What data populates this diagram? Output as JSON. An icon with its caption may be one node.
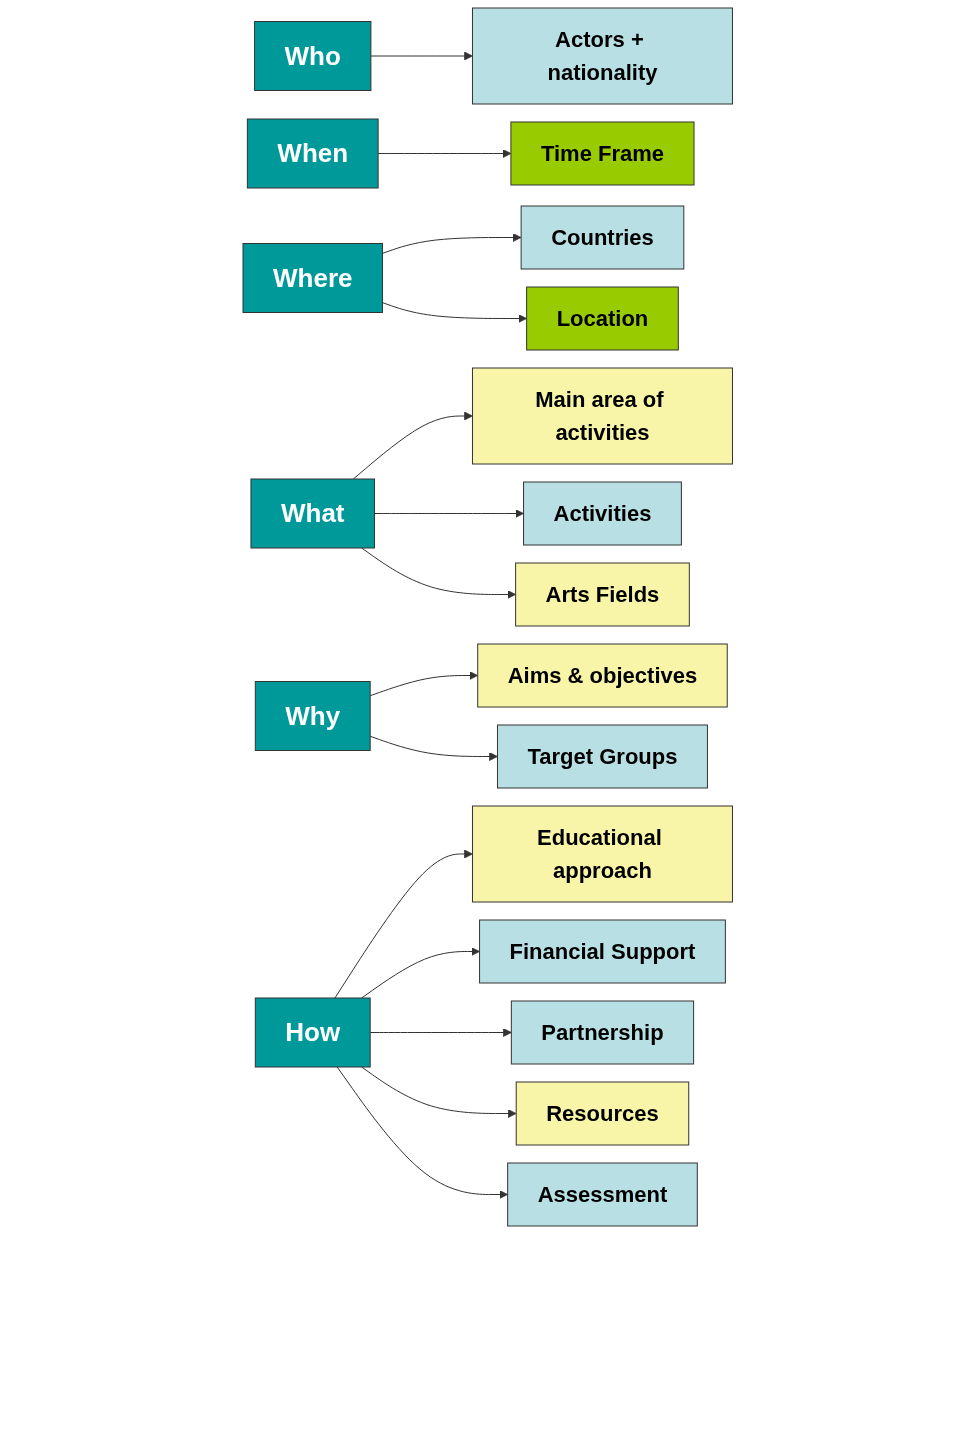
{
  "diagram": {
    "nodes": [
      {
        "text": [
          "Who"
        ]
      },
      {
        "text": [
          "Actors + nationality"
        ]
      },
      {
        "text": [
          "When"
        ]
      },
      {
        "text": [
          "Time Frame"
        ]
      },
      {
        "text": [
          "Where"
        ]
      },
      {
        "text": [
          "Countries"
        ]
      },
      {
        "text": [
          "Location"
        ]
      },
      {
        "text": [
          "What"
        ]
      },
      {
        "text": [
          "Main area of activities"
        ]
      },
      {
        "text": [
          "Activities"
        ]
      },
      {
        "text": [
          "Arts Fields"
        ]
      },
      {
        "text": [
          "Why"
        ]
      },
      {
        "text": [
          "Aims & objectives"
        ]
      },
      {
        "text": [
          "Target Groups"
        ]
      },
      {
        "text": [
          "How"
        ]
      },
      {
        "text": [
          "Educational approach"
        ]
      },
      {
        "text": [
          "Financial Support"
        ]
      },
      {
        "text": [
          "Partnership"
        ]
      },
      {
        "text": [
          "Resources"
        ]
      },
      {
        "text": [
          "Assessment"
        ]
      }
    ],
    "edges": [
      {
        "from": 0,
        "to": 1,
        "arrow": "to"
      },
      {
        "from": 2,
        "to": 3,
        "arrow": "to"
      },
      {
        "from": 4,
        "to": 5,
        "arrow": "to"
      },
      {
        "from": 4,
        "to": 6,
        "arrow": "to"
      },
      {
        "from": 7,
        "to": 8,
        "arrow": "to"
      },
      {
        "from": 7,
        "to": 9,
        "arrow": "to"
      },
      {
        "from": 7,
        "to": 10,
        "arrow": "to"
      },
      {
        "from": 11,
        "to": 12,
        "arrow": "to"
      },
      {
        "from": 11,
        "to": 13,
        "arrow": "to"
      },
      {
        "from": 14,
        "to": 15,
        "arrow": "to"
      },
      {
        "from": 14,
        "to": 16,
        "arrow": "to"
      },
      {
        "from": 14,
        "to": 17,
        "arrow": "to"
      },
      {
        "from": 14,
        "to": 18,
        "arrow": "to"
      },
      {
        "from": 14,
        "to": 19,
        "arrow": "to"
      }
    ]
  }
}
